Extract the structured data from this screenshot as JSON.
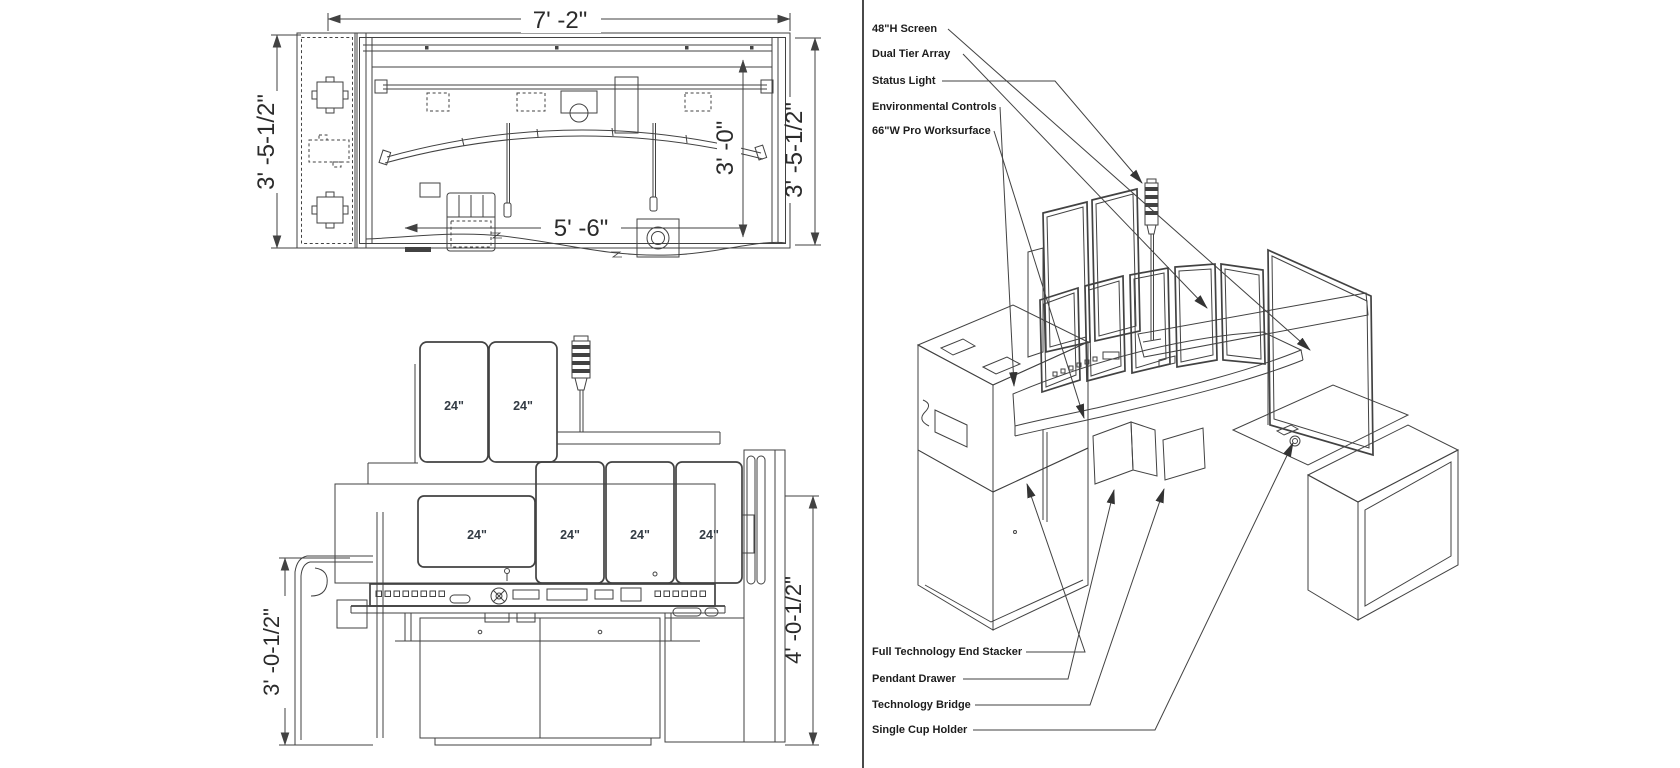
{
  "colors": {
    "bg": "#ffffff",
    "line": "#424242",
    "dim_text": "#2b2b2b",
    "label_text": "#1d1d1d",
    "monitor_text": "#333b44",
    "divider": "#4a4a4a"
  },
  "plan_view": {
    "dim_overall_width": "7' -2\"",
    "dim_left_depth": "3' -5-1/2\"",
    "dim_inner_depth": "3' -0\"",
    "dim_right_depth": "3' -5-1/2\"",
    "dim_worksurface_width": "5' -6\""
  },
  "front_view": {
    "upper_monitors": [
      "24\"",
      "24\""
    ],
    "lower_monitors": [
      "24\"",
      "24\"",
      "24\"",
      "24\""
    ],
    "dim_worksurface_height": "3' -0-1/2\"",
    "dim_overall_height": "4' -0-1/2\""
  },
  "iso_view": {
    "callouts_top": [
      "48\"H Screen",
      "Dual Tier Array",
      "Status Light",
      "Environmental Controls",
      "66\"W Pro Worksurface"
    ],
    "callouts_bottom": [
      "Full Technology End Stacker",
      "Pendant Drawer",
      "Technology Bridge",
      "Single Cup Holder"
    ]
  }
}
